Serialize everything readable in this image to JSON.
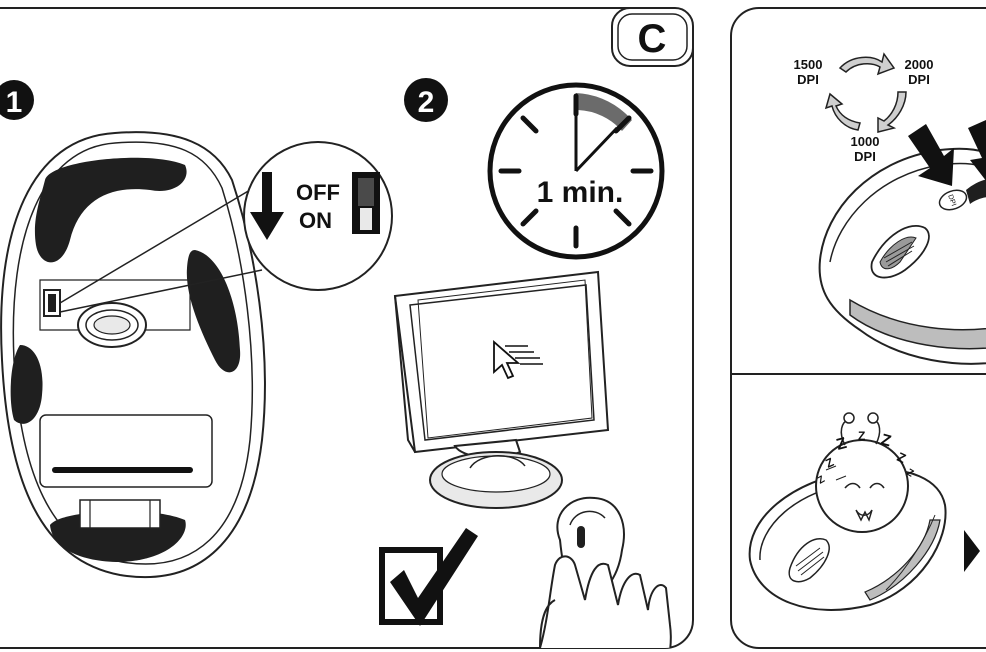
{
  "panel_main": {
    "section_letter": "C",
    "step1_marker": "1",
    "step2_marker": "2",
    "switch_off_label": "OFF",
    "switch_on_label": "ON",
    "timer_label": "1 min."
  },
  "panel_dpi": {
    "dpi_1500_value": "1500",
    "dpi_2000_value": "2000",
    "dpi_1000_value": "1000",
    "dpi_unit": "DPI",
    "button_label": "DPI"
  },
  "panel_sleep": {
    "sleep_letters": "ZZZZZZZ"
  },
  "colors": {
    "line": "#222222",
    "feet": "#1f1f1f",
    "light_fill": "#e9e9e9",
    "mid_fill": "#bdbdbd",
    "timer_segment": "#6b6b6b",
    "background": "#ffffff"
  },
  "icons": [
    "mouse-bottom-icon",
    "power-switch-icon",
    "down-arrow-icon",
    "clock-icon",
    "monitor-icon",
    "cursor-icon",
    "checkbox-check-icon",
    "hand-on-mouse-icon",
    "cycle-arrows-icon",
    "press-arrow-icon",
    "sleeping-mascot-icon",
    "next-triangle-icon"
  ]
}
